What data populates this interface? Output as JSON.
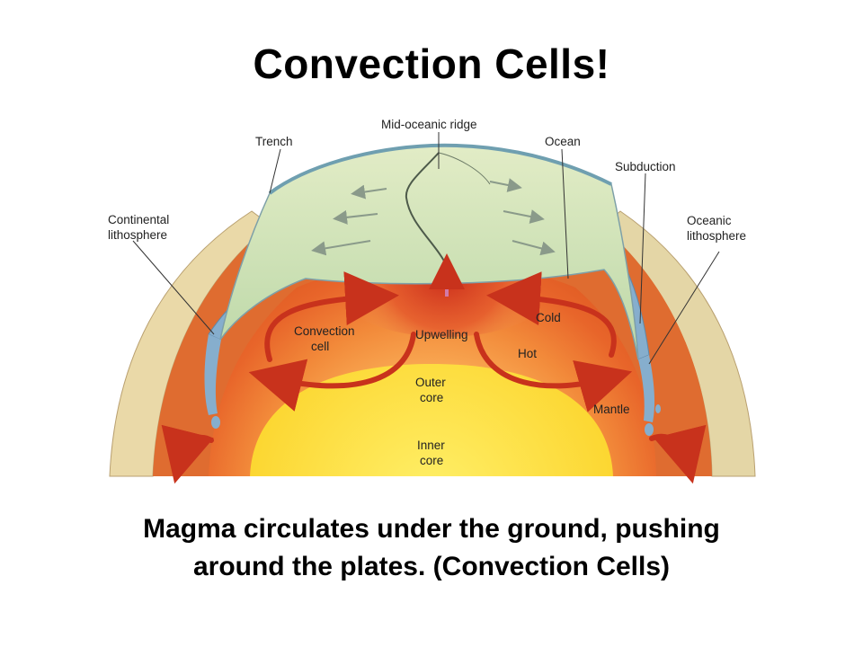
{
  "slide": {
    "title": "Convection Cells!",
    "caption_line1": "Magma circulates under the ground, pushing",
    "caption_line2": "around the plates. (Convection Cells)"
  },
  "diagram": {
    "labels": {
      "mid_oceanic_ridge": "Mid-oceanic ridge",
      "trench": "Trench",
      "ocean": "Ocean",
      "subduction": "Subduction",
      "continental_1": "Continental",
      "continental_2": "lithosphere",
      "oceanic_1": "Oceanic",
      "oceanic_2": "lithosphere",
      "convection_1": "Convection",
      "convection_2": "cell",
      "upwelling": "Upwelling",
      "cold": "Cold",
      "hot": "Hot",
      "outer_1": "Outer",
      "outer_2": "core",
      "inner_1": "Inner",
      "inner_2": "core",
      "mantle": "Mantle"
    },
    "colors": {
      "ocean_water": "#cfe3b8",
      "lithosphere": "#7fa8c8",
      "mantle_hot": "#d9361c",
      "mantle_warm": "#f2a35c",
      "outer_mantle": "#e07a3a",
      "core": "#fde046",
      "arrow": "#c8321c",
      "crust": "#eadcb0"
    }
  }
}
